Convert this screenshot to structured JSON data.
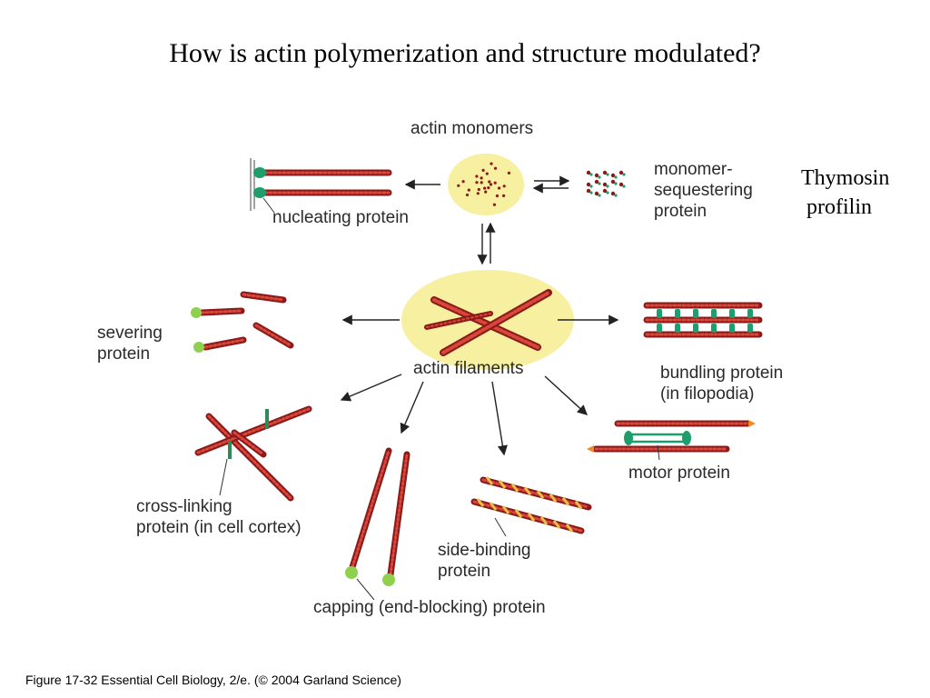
{
  "title": "How is actin polymerization and structure modulated?",
  "labels": {
    "actin_monomers": "actin monomers",
    "nucleating_protein": "nucleating protein",
    "sequestering_line1": "monomer-",
    "sequestering_line2": "sequestering",
    "sequestering_line3": "protein",
    "thymosin": "Thymosin",
    "profilin": "profilin",
    "severing_line1": "severing",
    "severing_line2": "protein",
    "actin_filaments": "actin filaments",
    "bundling_line1": "bundling protein",
    "bundling_line2": "(in filopodia)",
    "motor_protein": "motor protein",
    "crosslinking_line1": "cross-linking",
    "crosslinking_line2": "protein (in cell cortex)",
    "sidebinding_line1": "side-binding",
    "sidebinding_line2": "protein",
    "capping": "capping (end-blocking) protein"
  },
  "caption": "Figure 17-32  Essential Cell Biology, 2/e. (© 2004 Garland Science)",
  "colors": {
    "filament": "#8b1a1a",
    "filament_dot": "#d9473a",
    "binding_protein": "#1e9e6a",
    "capping_protein": "#8fd14f",
    "pool": "#f7f0a0",
    "motor_tail": "#f08a24",
    "arrow": "#222222"
  }
}
